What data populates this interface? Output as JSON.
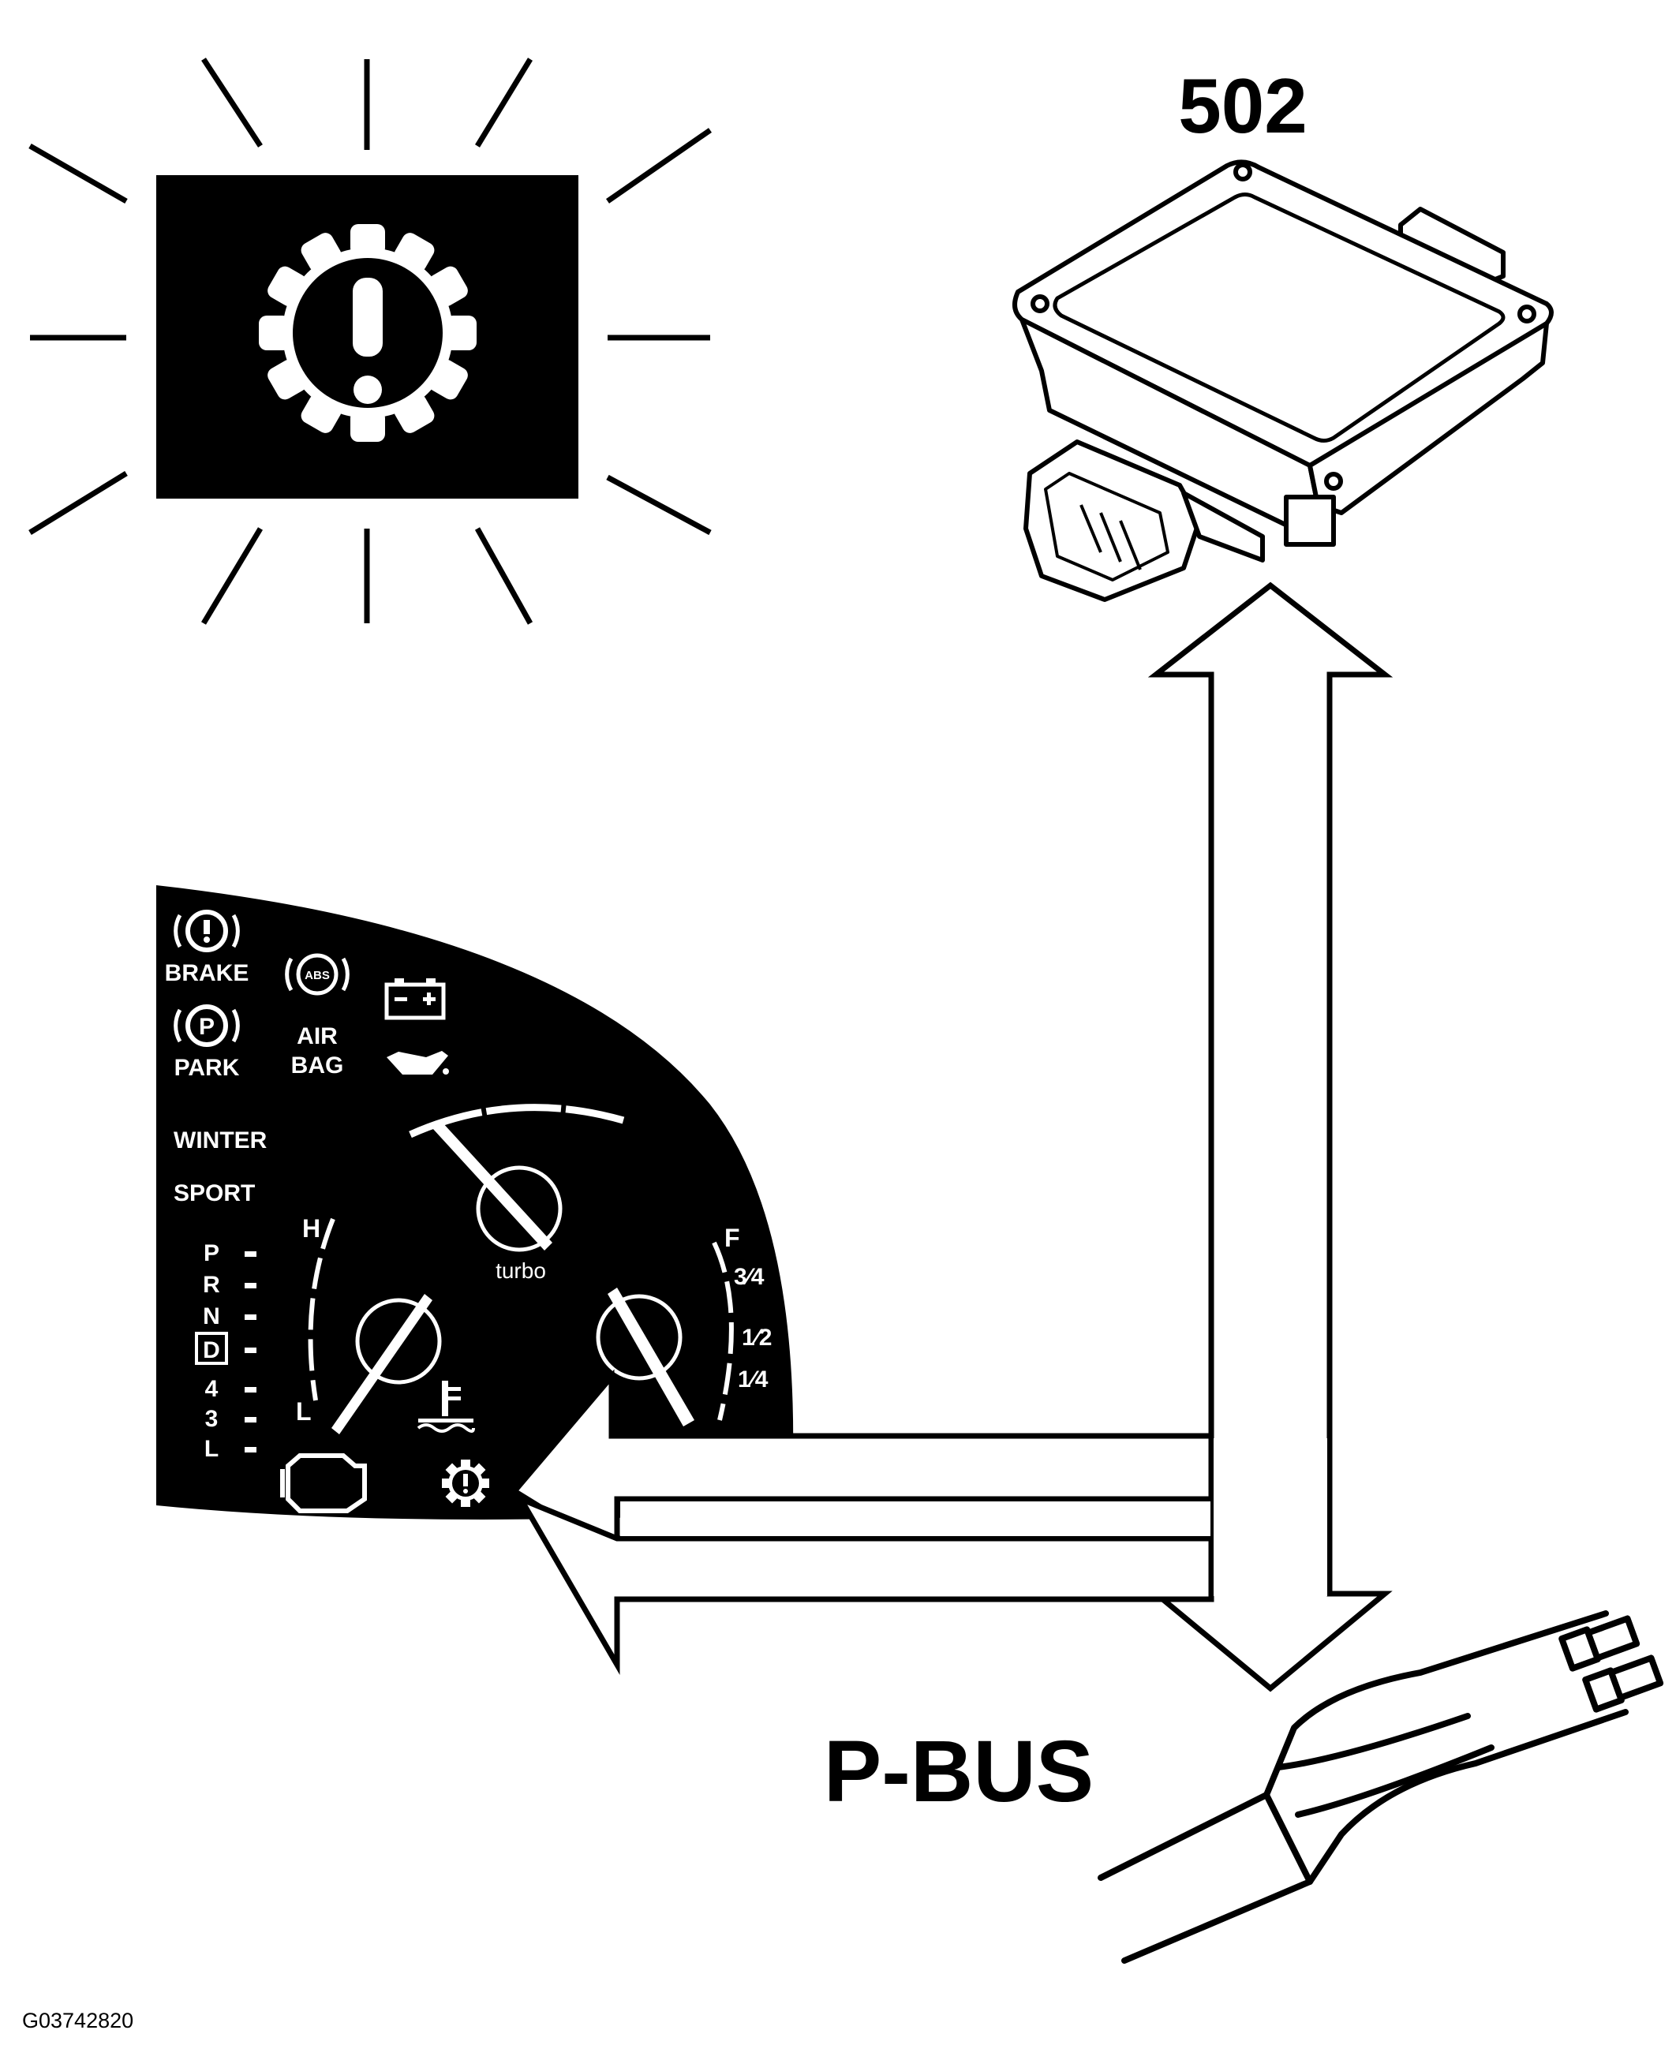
{
  "labels": {
    "module_number": "502",
    "bus_label": "P-BUS",
    "figure_code": "G03742820"
  },
  "cluster": {
    "brake": "BRAKE",
    "park": "PARK",
    "abs": "ABS",
    "air": "AIR",
    "bag": "BAG",
    "winter": "WINTER",
    "sport": "SPORT",
    "turbo": "turbo",
    "temp_high": "H",
    "temp_low": "L",
    "gears": [
      "P",
      "R",
      "N",
      "D",
      "4",
      "3",
      "L"
    ],
    "fuel_full": "F",
    "fuel_three_quarter": "3⁄4",
    "fuel_half": "1⁄2",
    "fuel_quarter": "1⁄4"
  },
  "icons": {
    "warning_lamp": "transmission-warning-icon",
    "module": "control-module-502",
    "harness": "wiring-harness-icon"
  },
  "colors": {
    "ink": "#000000",
    "paper": "#ffffff"
  }
}
